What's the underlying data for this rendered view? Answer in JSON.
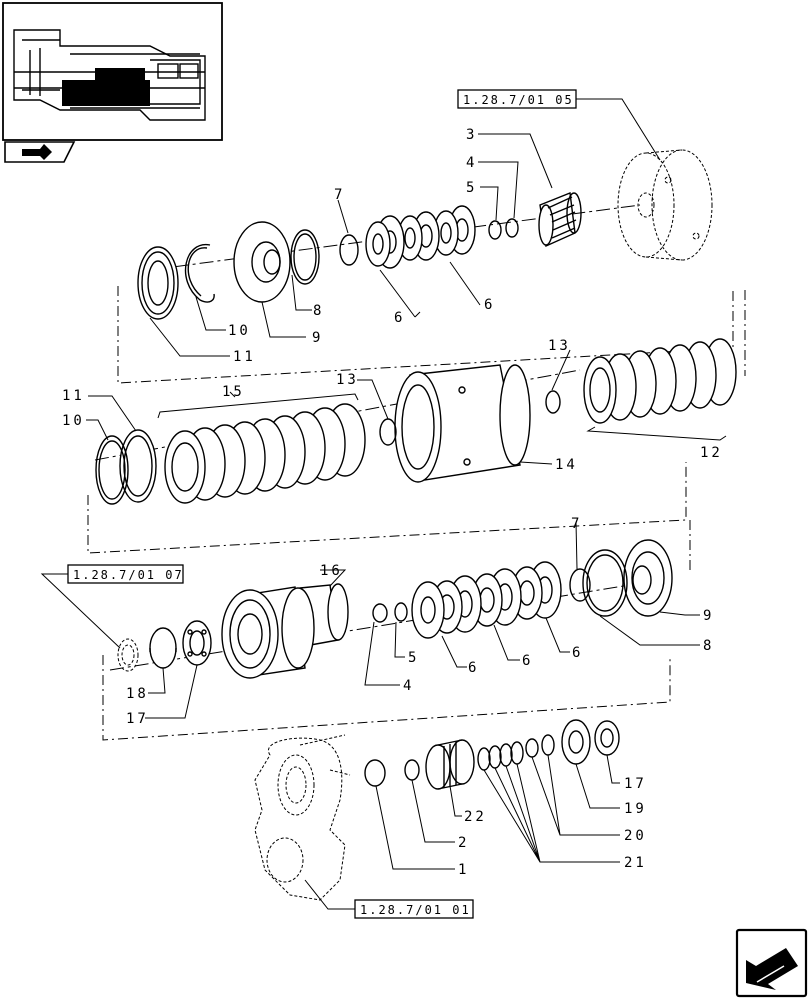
{
  "refs": {
    "r1": "1.28.7/01 05",
    "r2": "1.28.7/01 07",
    "r3": "1.28.7/01 01"
  },
  "labels": {
    "n1": "1",
    "n2": "2",
    "n3": "3",
    "n4a": "4",
    "n4b": "4",
    "n5a": "5",
    "n5b": "5",
    "n6a": "6",
    "n6b": "6",
    "n6c": "6",
    "n6d": "6",
    "n6e": "6",
    "n7a": "7",
    "n7b": "7",
    "n8a": "8",
    "n8b": "8",
    "n9a": "9",
    "n9b": "9",
    "n10a": "10",
    "n10b": "10",
    "n11a": "11",
    "n11b": "11",
    "n12": "12",
    "n13a": "13",
    "n13b": "13",
    "n14": "14",
    "n15": "15",
    "n16": "16",
    "n17a": "17",
    "n17b": "17",
    "n18": "18",
    "n19": "19",
    "n20": "20",
    "n21": "21",
    "n22": "22"
  },
  "icons": {
    "thumbnail": "transmission-overview-thumbnail",
    "small_nav": "book-arrow-icon",
    "big_nav": "next-page-arrow-icon"
  }
}
